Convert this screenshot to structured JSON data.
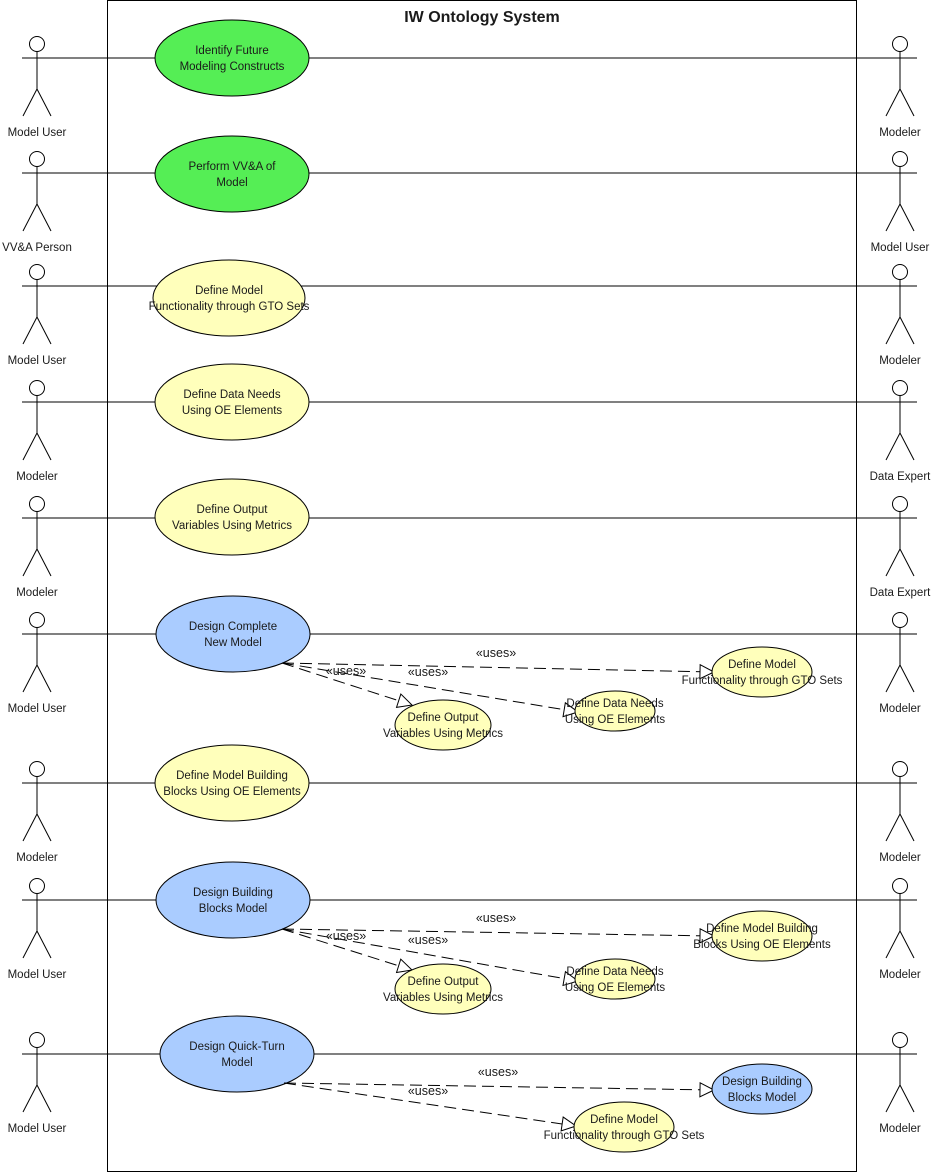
{
  "system_title": "IW Ontology System",
  "colors": {
    "green": "#55ee55",
    "yellow": "#ffffbb",
    "blue": "#aaccff"
  },
  "rows": [
    {
      "left_actor": "Model User",
      "right_actor": "Modeler",
      "use_case": [
        "Identify Future",
        "Modeling Constructs"
      ],
      "color": "green"
    },
    {
      "left_actor": "VV&A Person",
      "right_actor": "Model User",
      "use_case": [
        "Perform VV&A of",
        "Model"
      ],
      "color": "green"
    },
    {
      "left_actor": "Model User",
      "right_actor": "Modeler",
      "use_case": [
        "Define Model",
        "Functionality through GTO Sets"
      ],
      "color": "yellow"
    },
    {
      "left_actor": "Modeler",
      "right_actor": "Data Expert",
      "use_case": [
        "Define Data Needs",
        "Using OE Elements"
      ],
      "color": "yellow"
    },
    {
      "left_actor": "Modeler",
      "right_actor": "Data Expert",
      "use_case": [
        "Define Output",
        "Variables Using Metrics"
      ],
      "color": "yellow"
    },
    {
      "left_actor": "Model User",
      "right_actor": "Modeler",
      "use_case": [
        "Design Complete",
        "New Model"
      ],
      "color": "blue"
    },
    {
      "left_actor": "Modeler",
      "right_actor": "Modeler",
      "use_case": [
        "Define Model Building",
        "Blocks Using OE Elements"
      ],
      "color": "yellow"
    },
    {
      "left_actor": "Model User",
      "right_actor": "Modeler",
      "use_case": [
        "Design Building",
        "Blocks Model"
      ],
      "color": "blue"
    },
    {
      "left_actor": "Model User",
      "right_actor": "Modeler",
      "use_case": [
        "Design Quick-Turn",
        "Model"
      ],
      "color": "blue"
    }
  ],
  "sub_use_cases": [
    {
      "source_row": 5,
      "label": [
        "Define Model",
        "Functionality through GTO Sets"
      ],
      "color": "yellow",
      "relation": "«uses»"
    },
    {
      "source_row": 5,
      "label": [
        "Define Data Needs",
        "Using OE Elements"
      ],
      "color": "yellow",
      "relation": "«uses»"
    },
    {
      "source_row": 5,
      "label": [
        "Define Output",
        "Variables Using Metrics"
      ],
      "color": "yellow",
      "relation": "«uses»"
    },
    {
      "source_row": 7,
      "label": [
        "Define Model Building",
        "Blocks Using OE Elements"
      ],
      "color": "yellow",
      "relation": "«uses»"
    },
    {
      "source_row": 7,
      "label": [
        "Define Data Needs",
        "Using OE Elements"
      ],
      "color": "yellow",
      "relation": "«uses»"
    },
    {
      "source_row": 7,
      "label": [
        "Define Output",
        "Variables Using Metrics"
      ],
      "color": "yellow",
      "relation": "«uses»"
    },
    {
      "source_row": 8,
      "label": [
        "Design Building",
        "Blocks Model"
      ],
      "color": "blue",
      "relation": "«uses»"
    },
    {
      "source_row": 8,
      "label": [
        "Define Model",
        "Functionality through GTO Sets"
      ],
      "color": "yellow",
      "relation": "«uses»"
    }
  ]
}
